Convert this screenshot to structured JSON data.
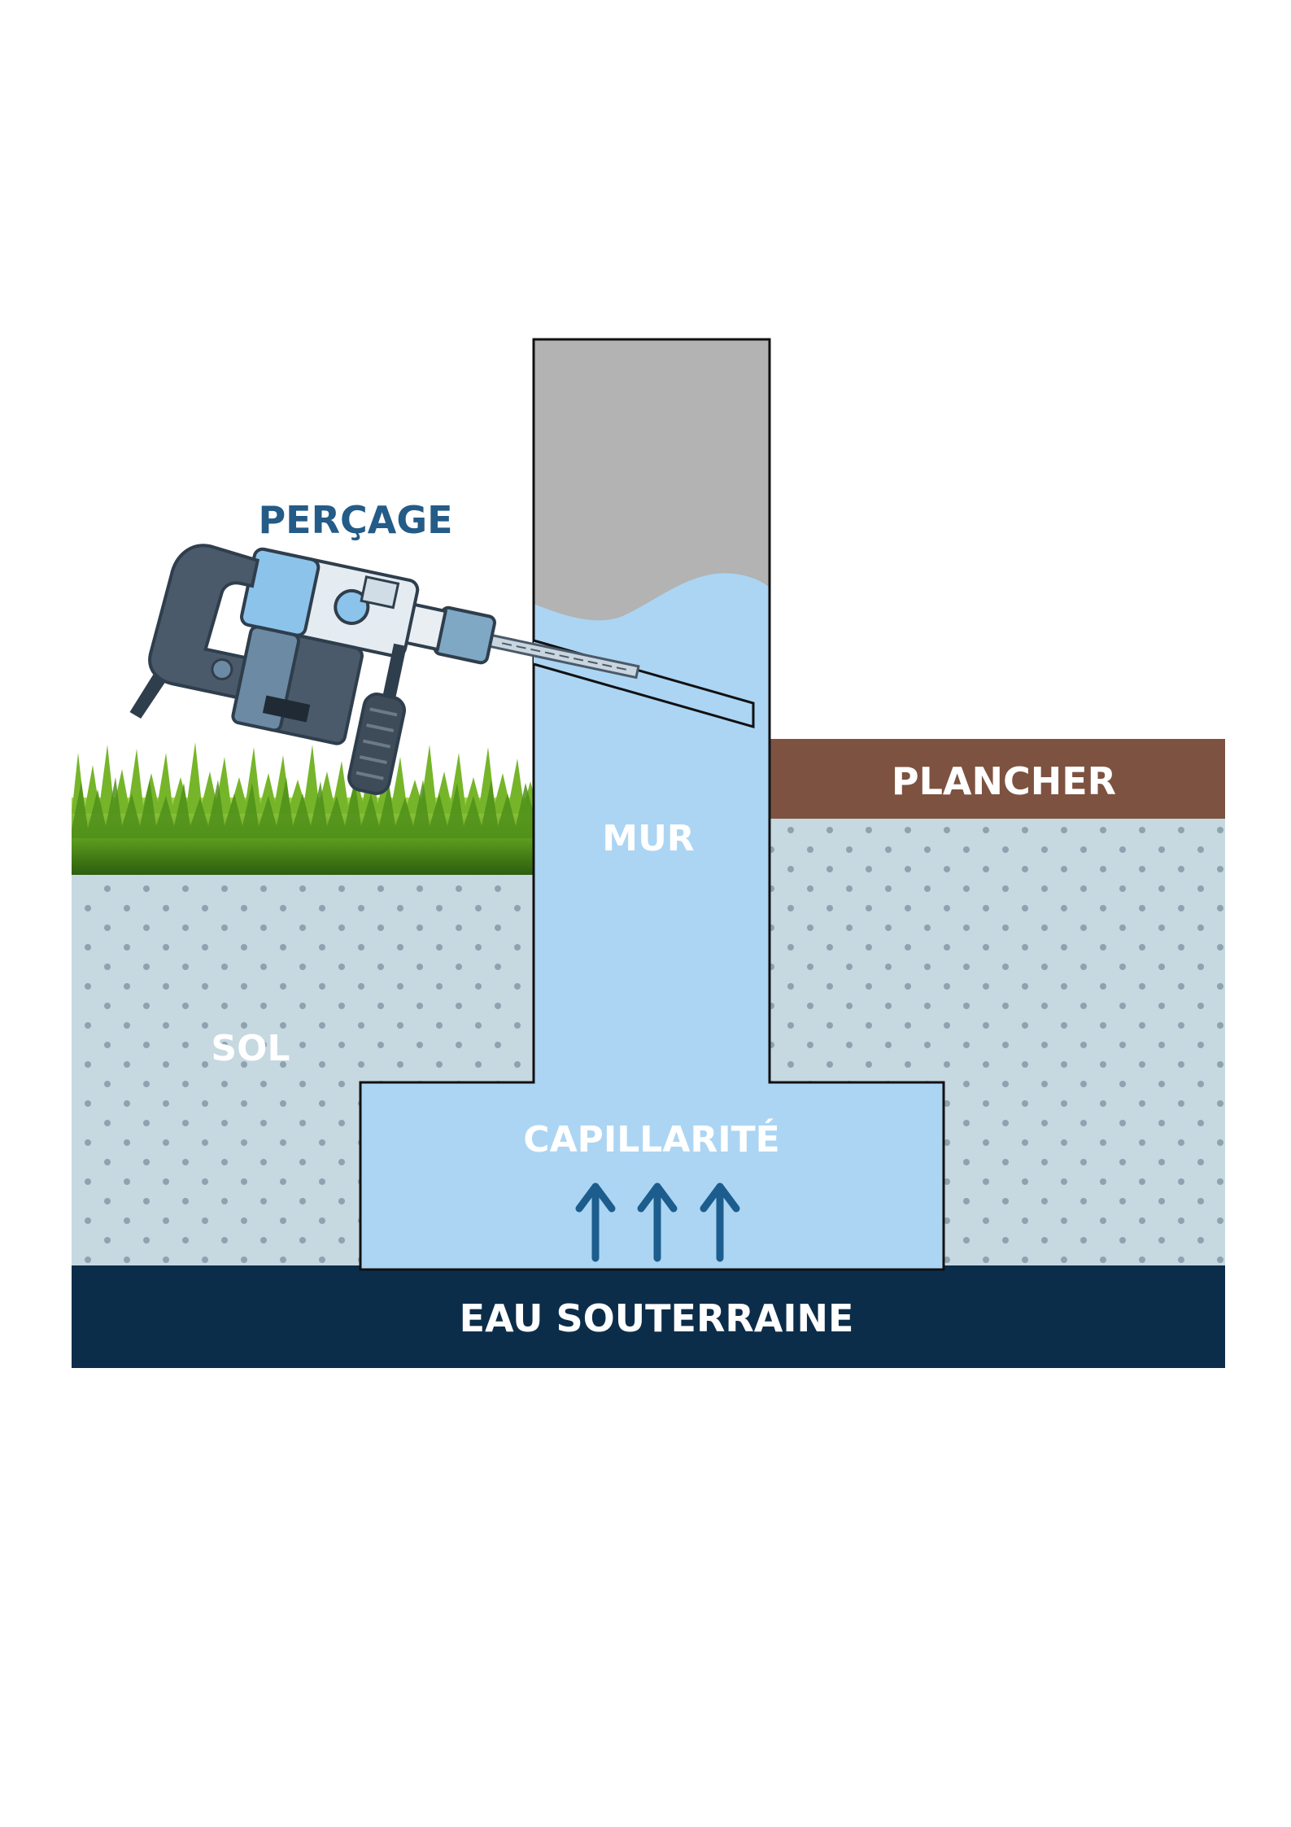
{
  "labels": {
    "drilling": "PERÇAGE",
    "wall": "MUR",
    "floor": "PLANCHER",
    "soil": "SOL",
    "capillarity": "CAPILLARITÉ",
    "groundwater": "EAU SOUTERRAINE"
  },
  "colors": {
    "background": "#ffffff",
    "wall_dry": "#b3b3b3",
    "wall_wet": "#acd5f3",
    "soil": "#c6d8e0",
    "soil_dots": "#8ea3b0",
    "floor": "#7d5240",
    "groundwater": "#0c2d4a",
    "arrow": "#1c5d8d",
    "drilling_label": "#245b87",
    "white_label": "#ffffff",
    "grass_dark": "#3c7a12",
    "grass_light": "#8fc93a",
    "drill_body": "#4a5a6a",
    "drill_accent": "#8cc3ea"
  },
  "icons": {
    "drill": "hammer-drill-icon",
    "arrows": "upward-arrow-icon"
  }
}
